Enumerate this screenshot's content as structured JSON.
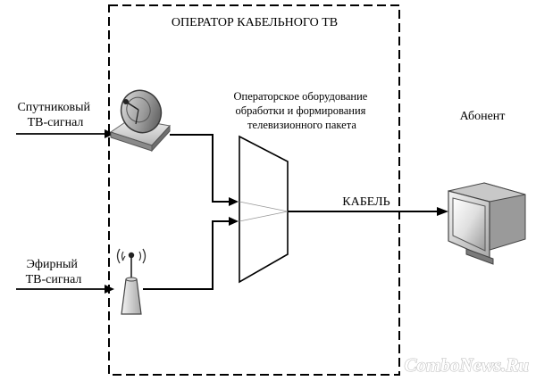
{
  "operator": {
    "title": "ОПЕРАТОР КАБЕЛЬНОГО ТВ",
    "equipment_caption": [
      "Операторское оборудование",
      "обработки и формирования",
      "телевизионного пакета"
    ]
  },
  "sources": {
    "satellite": {
      "label_line1": "Спутниковый",
      "label_line2": "ТВ-сигнал",
      "icon": "satellite-dish-icon"
    },
    "terrestrial": {
      "label_line1": "Эфирный",
      "label_line2": "ТВ-сигнал",
      "icon": "antenna-tower-icon"
    }
  },
  "link": {
    "cable_label": "КАБЕЛЬ"
  },
  "subscriber": {
    "label": "Абонент",
    "icon": "tv-monitor-icon"
  },
  "watermark": {
    "text": "ComboNews.Ru"
  }
}
